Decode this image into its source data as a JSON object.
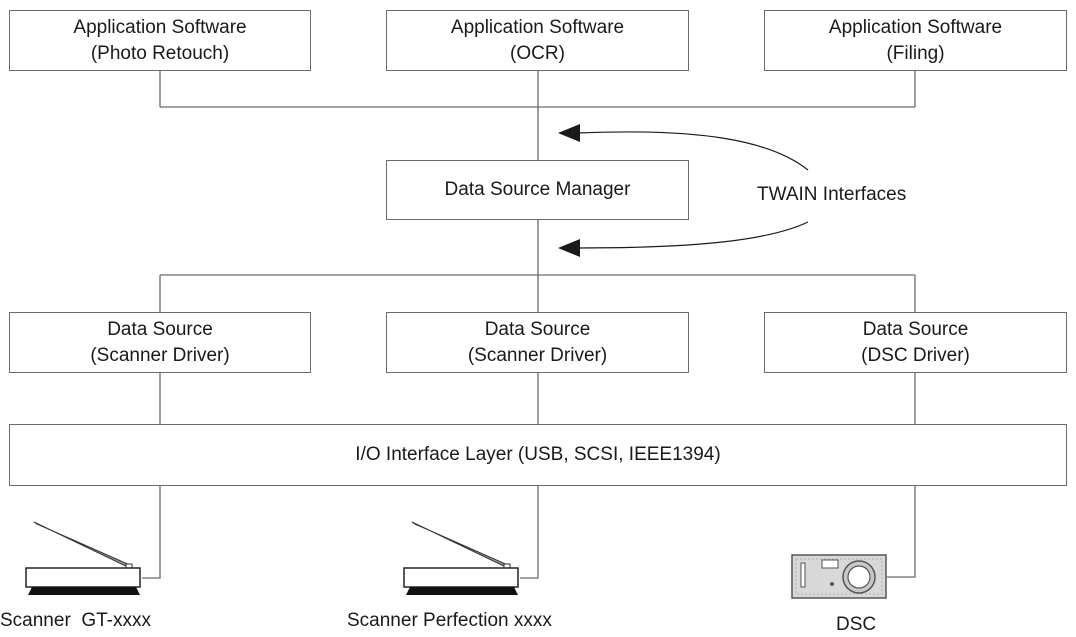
{
  "apps": [
    {
      "line1": "Application Software",
      "line2": "(Photo Retouch)"
    },
    {
      "line1": "Application Software",
      "line2": "(OCR)"
    },
    {
      "line1": "Application Software",
      "line2": "(Filing)"
    }
  ],
  "dsm": {
    "label": "Data Source Manager"
  },
  "twain": {
    "label": "TWAIN Interfaces"
  },
  "sources": [
    {
      "line1": "Data Source",
      "line2": "(Scanner Driver)"
    },
    {
      "line1": "Data Source",
      "line2": "(Scanner Driver)"
    },
    {
      "line1": "Data Source",
      "line2": "(DSC Driver)"
    }
  ],
  "io": {
    "label": "I/O Interface Layer (USB, SCSI, IEEE1394)"
  },
  "devices": [
    {
      "label": "Scanner  GT-xxxx",
      "icon": "flatbed-scanner-icon"
    },
    {
      "label": "Scanner Perfection xxxx",
      "icon": "flatbed-scanner-icon"
    },
    {
      "label": "DSC",
      "icon": "digital-camera-icon"
    }
  ],
  "colors": {
    "line": "#6b6b6b",
    "arrow": "#1a1a1a"
  }
}
